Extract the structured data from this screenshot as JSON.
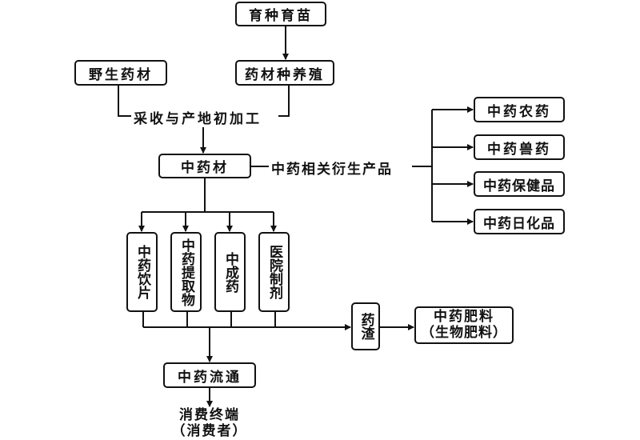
{
  "nodes": {
    "breeding": "育种育苗",
    "wild": "野生药材",
    "cultivation": "药材种养殖",
    "harvest": "采收与产地初加工",
    "herb": "中药材",
    "derivatives": "中药相关衍生产品",
    "pesticide": "中药农药",
    "veterinary": "中药兽药",
    "health": "中药保健品",
    "daily": "中药日化品",
    "decoction": "中药饮片",
    "extract": "中药提取物",
    "patent": "中成药",
    "hospital": "医院制剂",
    "residue": "药渣",
    "fertilizer": "中药肥料",
    "fertilizer_sub": "（生物肥料）",
    "circulation": "中药流通",
    "consumer": "消费终端",
    "consumer_sub": "（消费者）"
  }
}
